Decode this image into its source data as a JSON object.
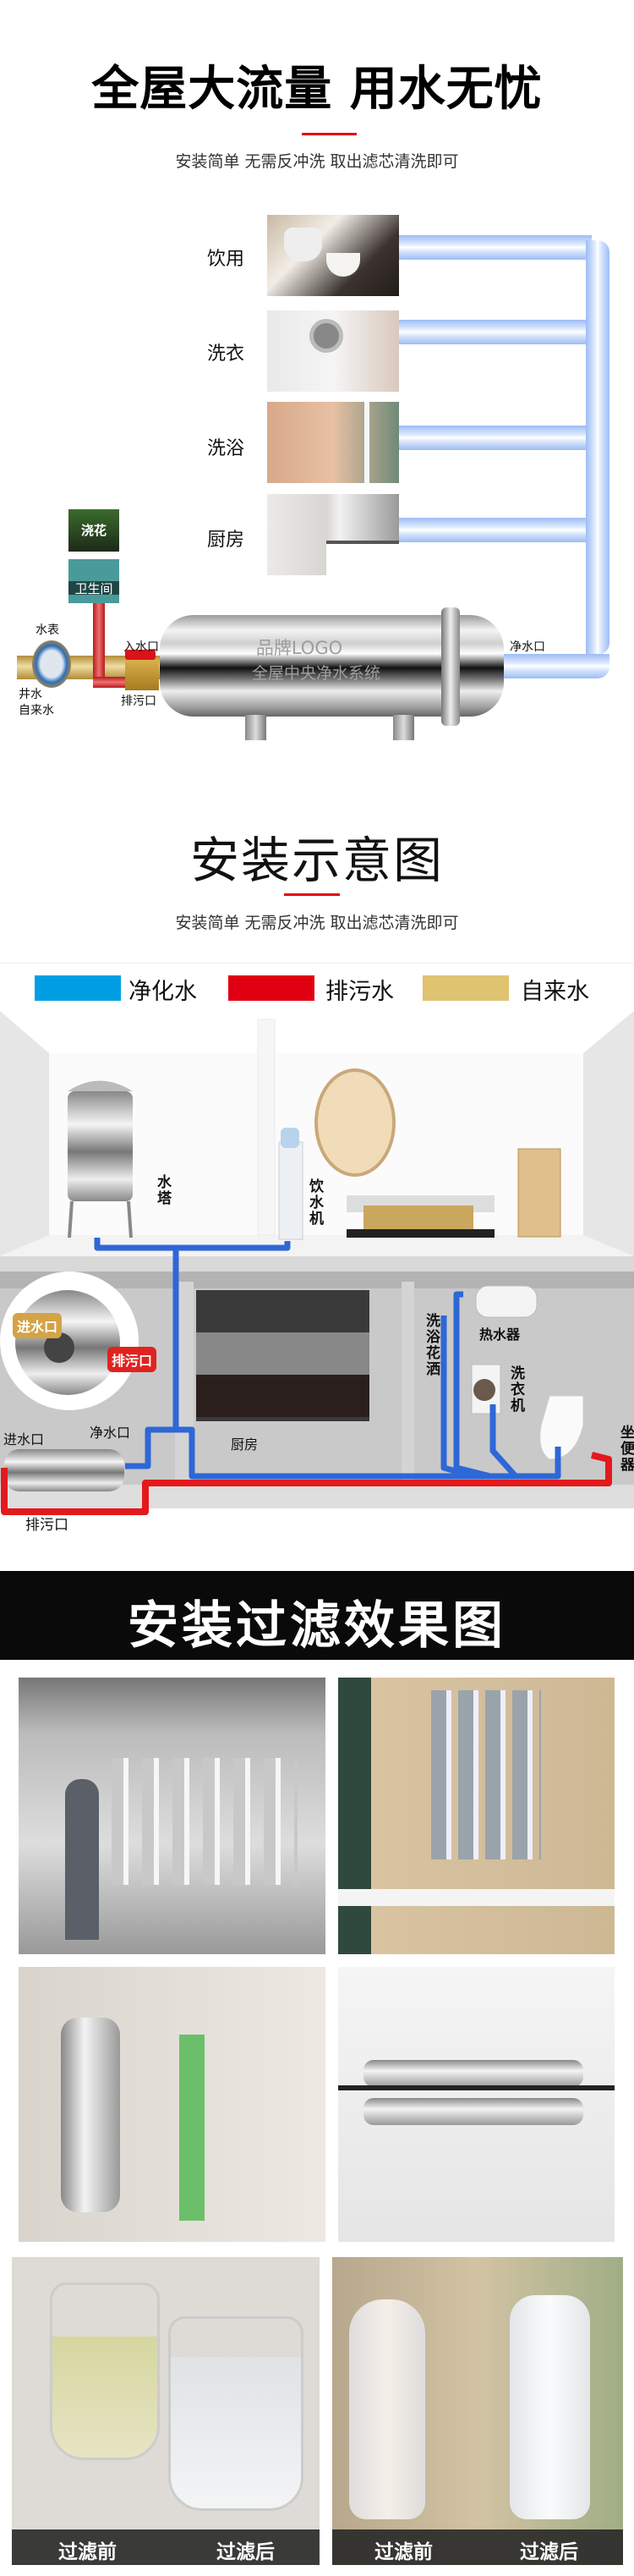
{
  "section1": {
    "title": "全屋大流量 用水无忧",
    "subtitle": "安装简单 无需反冲洗 取出滤芯清洗即可",
    "uses": [
      {
        "label": "饮用"
      },
      {
        "label": "洗衣"
      },
      {
        "label": "洗浴"
      },
      {
        "label": "厨房"
      }
    ],
    "tank_brand": "品牌LOGO",
    "tank_name": "全屋中央净水系统",
    "box_garden": "浇花",
    "box_toilet": "卫生间",
    "meter_label": "水表",
    "source_well": "井水",
    "source_tap": "自来水",
    "inlet_label": "入水口",
    "drain_label": "排污口",
    "outlet_label": "净水口"
  },
  "section2": {
    "title": "安装示意图",
    "subtitle": "安装简单 无需反冲洗 取出滤芯清洗即可",
    "legend": [
      {
        "label": "净化水",
        "color": "#009fe3"
      },
      {
        "label": "排污水",
        "color": "#e00012"
      },
      {
        "label": "自来水",
        "color": "#dfc370"
      }
    ],
    "house": {
      "water_tower": "水塔",
      "dispenser": "饮水机",
      "inset_inlet": "进水口",
      "inset_drain": "排污口",
      "inlet": "进水口",
      "outlet": "净水口",
      "kitchen": "厨房",
      "shower": "洗浴花洒",
      "heater": "热水器",
      "washer": "洗衣机",
      "toilet": "坐便器",
      "drain": "排污口"
    }
  },
  "section3": {
    "title": "安装过滤效果图",
    "comparison": [
      {
        "before": "过滤前",
        "after": "过滤后"
      },
      {
        "before": "过滤前",
        "after": "过滤后"
      }
    ]
  }
}
